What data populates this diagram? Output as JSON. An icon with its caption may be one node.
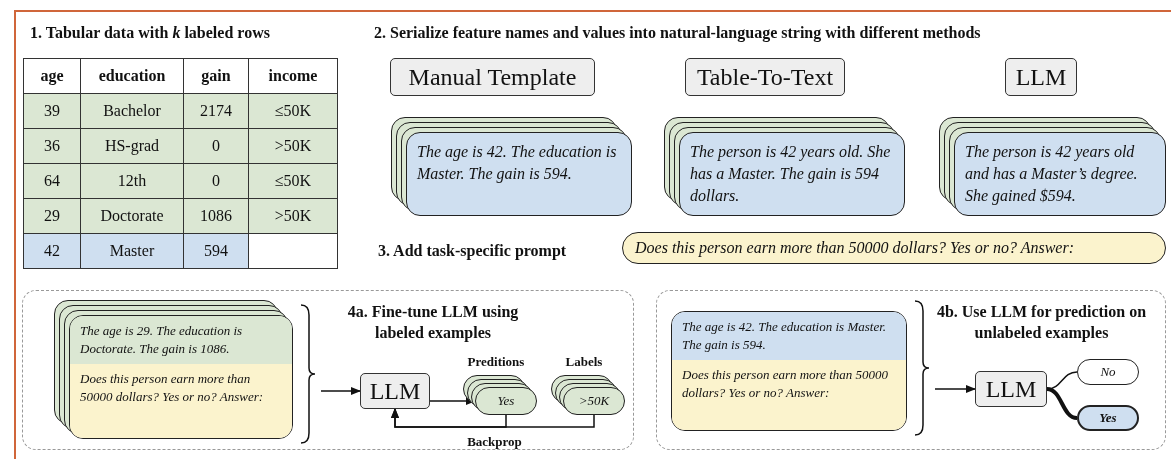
{
  "diagram": {
    "nodes": [
      {
        "text": [
          "Manual Template"
        ]
      },
      {
        "text": [
          "The age is 42. The education is Master. The gain is 594."
        ]
      },
      {
        "text": [
          "Table-To-Text"
        ]
      },
      {
        "text": [
          "The person is 42 years old. She has a Master. The gain is 594 dollars."
        ]
      },
      {
        "text": [
          "LLM"
        ]
      },
      {
        "text": [
          "The person is 42 years old and has a Master’s degree. She gained $594."
        ]
      },
      {
        "text": [
          "Does this person earn more than 50000 dollars? Yes or no? Answer:"
        ]
      },
      {
        "text": [
          "4a. Fine-tune LLM using labeled examples"
        ]
      },
      {
        "text": [
          "The age is 29. The education is Doctorate. The gain is 1086.",
          "Does this person earn more than 50000 dollars? Yes or no? Answer:"
        ],
        "in": 7
      },
      {
        "text": [
          "LLM"
        ],
        "in": 7
      },
      {
        "text": [
          "Yes"
        ],
        "in": 7,
        "beside": [
          "Preditions"
        ]
      },
      {
        "text": [
          ">50K"
        ],
        "in": 7,
        "beside": [
          "Labels"
        ]
      },
      {
        "text": [
          "4b. Use LLM for prediction on unlabeled examples"
        ]
      },
      {
        "text": [
          "The age is 42. The education is Master. The gain is 594.",
          "Does this person earn more than 50000 dollars? Yes or no? Answer:"
        ],
        "in": 12
      },
      {
        "text": [
          "LLM"
        ],
        "in": 12
      },
      {
        "text": [
          "No"
        ],
        "in": 12
      },
      {
        "text": [
          "Yes"
        ],
        "in": 12
      }
    ],
    "edges": [
      {
        "from": 8,
        "to": 9,
        "arrow": "to"
      },
      {
        "from": 9,
        "to": 10,
        "arrow": "to"
      },
      {
        "from": 10,
        "to": 9,
        "arrow": "to"
      },
      {
        "from": 11,
        "to": 9,
        "arrow": "to",
        "label": "Backprop"
      },
      {
        "from": 13,
        "to": 14,
        "arrow": "to"
      },
      {
        "from": 14,
        "to": 15,
        "arrow": "none"
      },
      {
        "from": 14,
        "to": 16,
        "arrow": "none",
        "style": "thick"
      }
    ],
    "labels": [
      "1. Tabular data with *k* labeled rows",
      "2. Serialize feature names and values into natural-language string with different methods",
      "3. Add task-specific prompt",
      "age",
      "education",
      "gain",
      "income",
      "39",
      "Bachelor",
      "2174",
      "≤50K",
      "36",
      "HS-grad",
      "0",
      ">50K",
      "64",
      "12th",
      "0",
      "≤50K",
      "29",
      "Doctorate",
      "1086",
      ">50K",
      "42",
      "Master",
      "594"
    ]
  }
}
